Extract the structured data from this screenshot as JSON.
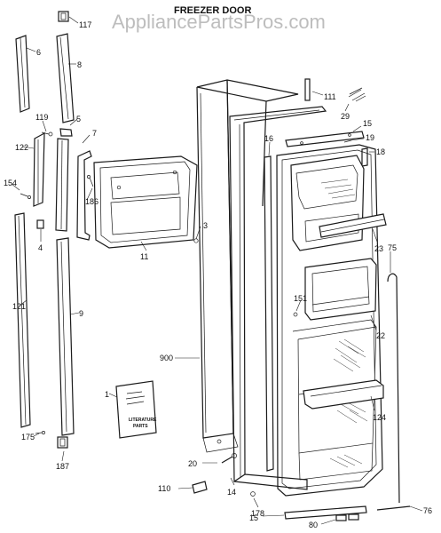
{
  "title": "FREEZER DOOR",
  "watermark": "AppliancePartsPros.com",
  "literature_label": "LITERATURE\nPARTS",
  "parts": [
    "117",
    "6",
    "8",
    "119",
    "5",
    "7",
    "122",
    "154",
    "186",
    "4",
    "121",
    "9",
    "3",
    "11",
    "1",
    "175",
    "187",
    "900",
    "20",
    "110",
    "14",
    "178",
    "111",
    "29",
    "15",
    "19",
    "16",
    "18",
    "23",
    "75",
    "151",
    "22",
    "124",
    "15",
    "80",
    "76"
  ]
}
